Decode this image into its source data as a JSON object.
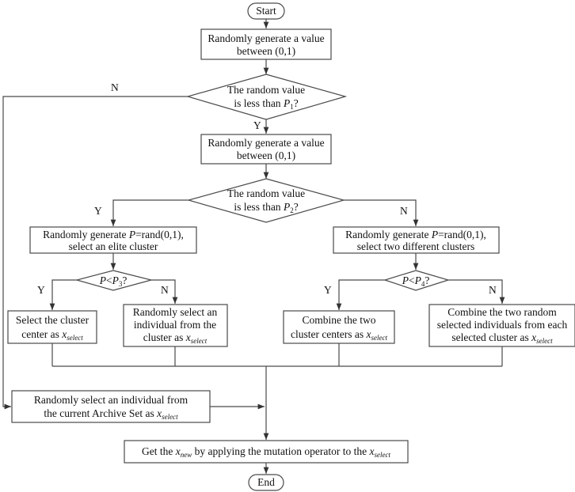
{
  "nodes": {
    "start": "Start",
    "gen1": [
      "Randomly generate a value",
      "between (0,1)"
    ],
    "dec1": {
      "line1": "The random value",
      "line2_prefix": "is less than ",
      "var": "P",
      "sub": "1",
      "suffix": "?"
    },
    "gen2": [
      "Randomly generate a value",
      "between (0,1)"
    ],
    "dec2": {
      "line1": "The random value",
      "line2_prefix": "is less than ",
      "var": "P",
      "sub": "2",
      "suffix": "?"
    },
    "left_gen": {
      "line1_prefix": "Randomly generate ",
      "var": "P",
      "line1_suffix": "=rand(0,1),",
      "line2": "select an elite cluster"
    },
    "right_gen": {
      "line1_prefix": "Randomly generate ",
      "var": "P",
      "line1_suffix": "=rand(0,1),",
      "line2": "select two different clusters"
    },
    "dec3": {
      "var": "P",
      "op": "<",
      "var2": "P",
      "sub": "3",
      "suffix": "?"
    },
    "dec4": {
      "var": "P",
      "op": "<",
      "var2": "P",
      "sub": "4",
      "suffix": "?"
    },
    "box_a": {
      "line1": "Select the cluster",
      "line2_prefix": "center  as ",
      "x": "x",
      "sub": "select"
    },
    "box_b": {
      "line1": "Randomly select an",
      "line2": "individual from the",
      "line3_prefix": "cluster as ",
      "x": "x",
      "sub": "select"
    },
    "box_c": {
      "line1": "Combine the two",
      "line2_prefix": "cluster centers as ",
      "x": "x",
      "sub": "select"
    },
    "box_d": {
      "line1": "Combine the two random",
      "line2": "selected individuals from each",
      "line3_prefix": "selected cluster as ",
      "x": "x",
      "sub": "select"
    },
    "archive": {
      "line1": "Randomly select an individual from",
      "line2_prefix": "the current Archive Set as ",
      "x": "x",
      "sub": "select"
    },
    "mutation": {
      "prefix": "Get the ",
      "x1": "x",
      "sub1": "new",
      "middle": " by applying the mutation operator to the ",
      "x2": "x",
      "sub2": "select"
    },
    "end": "End"
  },
  "edge_labels": {
    "dec1_no": "N",
    "dec1_yes": "Y",
    "dec2_yes": "Y",
    "dec2_no": "N",
    "dec3_yes": "Y",
    "dec3_no": "N",
    "dec4_yes": "Y",
    "dec4_no": "N"
  }
}
